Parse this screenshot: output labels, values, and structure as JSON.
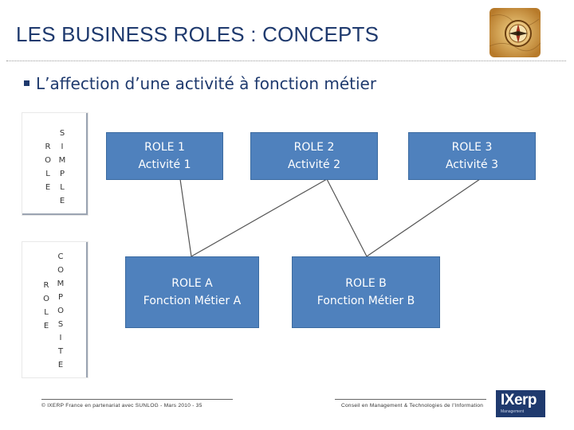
{
  "slide": {
    "title": "LES BUSINESS ROLES : CONCEPTS",
    "bullet": "L’affection d’une activité à fonction métier"
  },
  "side_simple": {
    "left_letters": [
      "R",
      "O",
      "L",
      "E"
    ],
    "right_letters": [
      "S",
      "I",
      "M",
      "P",
      "L",
      "E"
    ]
  },
  "side_composite": {
    "left_letters": [
      "R",
      "O",
      "L",
      "E"
    ],
    "right_letters": [
      "C",
      "O",
      "M",
      "P",
      "O",
      "S",
      "I",
      "T",
      "E"
    ]
  },
  "roles_simple": [
    {
      "name": "ROLE 1",
      "activity": "Activité 1"
    },
    {
      "name": "ROLE 2",
      "activity": "Activité 2"
    },
    {
      "name": "ROLE 3",
      "activity": "Activité 3"
    }
  ],
  "roles_composite": [
    {
      "name": "ROLE A",
      "function": "Fonction Métier A"
    },
    {
      "name": "ROLE B",
      "function": "Fonction Métier B"
    }
  ],
  "footer": {
    "left": "© IXERP France en partenariat avec SUNLOG - Mars 2010 - 35",
    "right": "Conseil en Management & Technologies de l'Information",
    "brand": "IXerp",
    "brand_tag": "Management"
  },
  "colors": {
    "title": "#1f3a6e",
    "box_fill": "#4f81bd",
    "box_border": "#3b6aa0",
    "connector": "#555555"
  },
  "icons": {
    "logo_image": "compass-map-image"
  }
}
